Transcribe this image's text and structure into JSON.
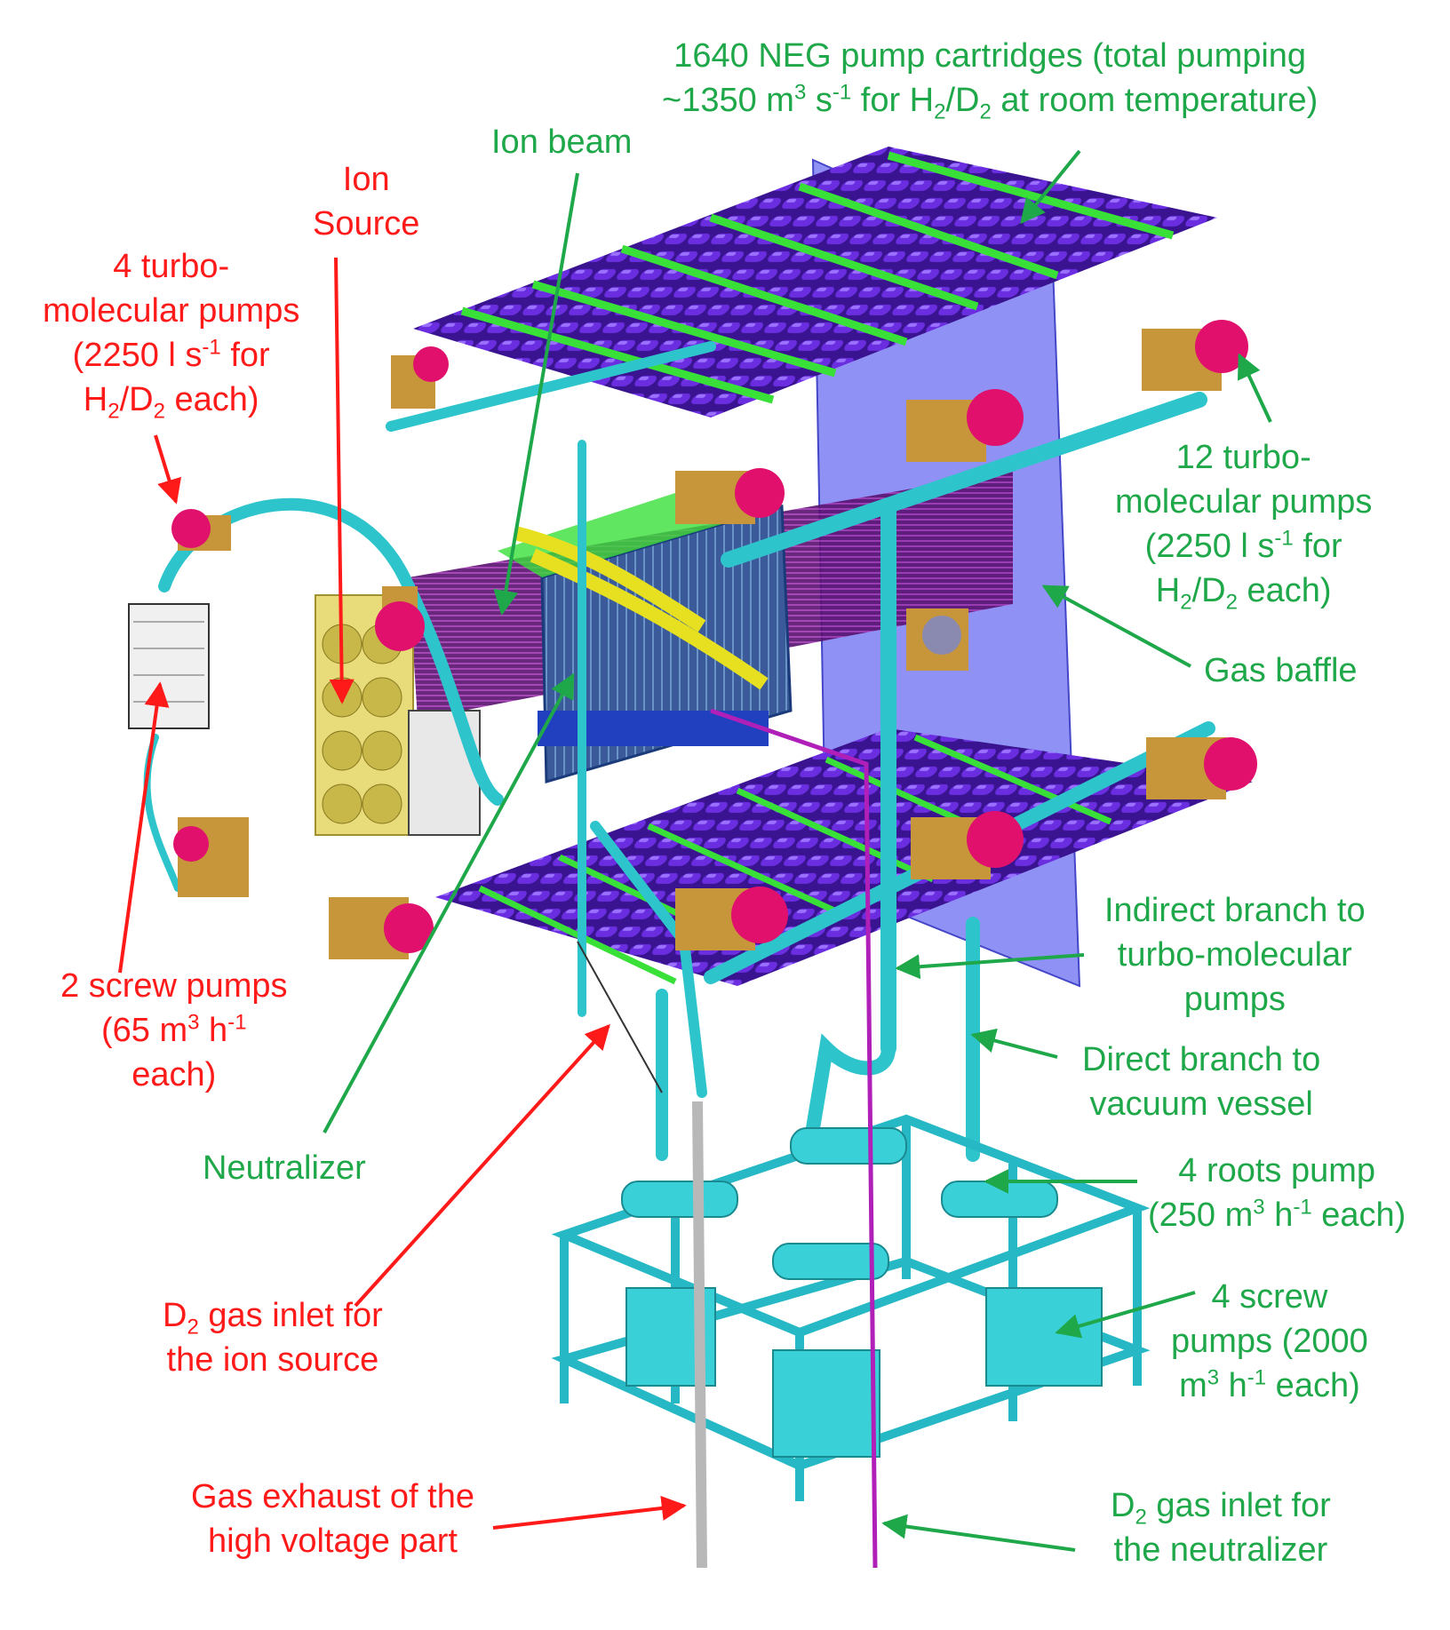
{
  "colors": {
    "green_label": "#1fa84a",
    "red_label": "#ff1a1a",
    "neg_cartridge": "#5a1fc8",
    "neg_rail": "#38e038",
    "pipe": "#2ec4cc",
    "turbo_pump": "#e0106c",
    "pump_flange": "#c8963a",
    "gas_baffle": "#6a6cf0",
    "ion_beam": "#8a1a9a",
    "frame": "#26b8c4",
    "d2_neutralizer_line": "#b020b8"
  },
  "labels": {
    "neg": {
      "line1": "1640 NEG pump cartridges (total pumping",
      "line2_a": "~1350 m",
      "line2_sup1": "3",
      "line2_b": " s",
      "line2_sup2": "-1",
      "line2_c": " for H",
      "line2_sub1": "2",
      "line2_d": "/D",
      "line2_sub2": "2",
      "line2_e": " at room temperature)"
    },
    "ion_beam": "Ion beam",
    "ion_source": {
      "line1": "Ion",
      "line2": "Source"
    },
    "turbo4": {
      "line1": "4 turbo-",
      "line2": "molecular pumps",
      "line3_a": "(2250 l s",
      "line3_sup": "-1",
      "line3_b": " for",
      "line4_a": "H",
      "line4_sub1": "2",
      "line4_b": "/D",
      "line4_sub2": "2",
      "line4_c": " each)"
    },
    "turbo12": {
      "line1": "12 turbo-",
      "line2": "molecular pumps",
      "line3_a": "(2250 l s",
      "line3_sup": "-1",
      "line3_b": " for",
      "line4_a": "H",
      "line4_sub1": "2",
      "line4_b": "/D",
      "line4_sub2": "2",
      "line4_c": " each)"
    },
    "gas_baffle": "Gas baffle",
    "screw2": {
      "line1": "2 screw pumps",
      "line2_a": "(65 m",
      "line2_sup1": "3",
      "line2_b": " h",
      "line2_sup2": "-1",
      "line3": "each)"
    },
    "indirect": {
      "line1": "Indirect branch to",
      "line2": "turbo-molecular",
      "line3": "pumps"
    },
    "direct": {
      "line1": "Direct branch to",
      "line2": "vacuum vessel"
    },
    "neutralizer": "Neutralizer",
    "roots": {
      "line1": "4 roots pump",
      "line2_a": "(250 m",
      "line2_sup1": "3",
      "line2_b": " h",
      "line2_sup2": "-1",
      "line2_c": " each)"
    },
    "d2_source": {
      "line1_a": "D",
      "line1_sub": "2",
      "line1_b": " gas inlet for",
      "line2": "the ion source"
    },
    "screw4": {
      "line1": "4 screw",
      "line2": "pumps (2000",
      "line3_a": "m",
      "line3_sup1": "3",
      "line3_b": " h",
      "line3_sup2": "-1",
      "line3_c": " each)"
    },
    "exhaust": {
      "line1": "Gas exhaust of the",
      "line2": "high voltage part"
    },
    "d2_neutralizer": {
      "line1_a": "D",
      "line1_sub": "2",
      "line1_b": " gas inlet for",
      "line2": "the neutralizer"
    }
  }
}
